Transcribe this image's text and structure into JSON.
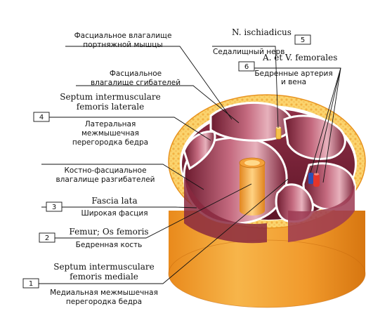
{
  "labels": {
    "sartorius_sheath": [
      "Фасциальное влагалище",
      "портняжной мышцы"
    ],
    "sciatic_latin": "N. ischiadicus",
    "sciatic_num": "5",
    "sciatic_ru": "Седалищный нерв",
    "flexor_sheath": [
      "Фасциальное",
      "влагалище сгибателей"
    ],
    "femoral_latin": "A. et V. femorales",
    "femoral_num": "6",
    "femoral_ru": [
      "Бедренные артерия",
      "и вена"
    ],
    "septum_lat_latin": [
      "Septum intermusculare",
      "femoris laterale"
    ],
    "septum_lat_num": "4",
    "septum_lat_ru": [
      "Латеральная",
      "межмышечная",
      "перегородка бедра"
    ],
    "extensor_sheath": [
      "Костно-фасциальное",
      "влагалище разгибателей"
    ],
    "fascia_latin": "Fascia lata",
    "fascia_num": "3",
    "fascia_ru": "Широкая фасция",
    "femur_latin": "Femur; Os femoris",
    "femur_num": "2",
    "femur_ru": "Бедренная кость",
    "septum_med_latin": [
      "Septum intermusculare",
      "femoris mediale"
    ],
    "septum_med_num": "1",
    "septum_med_ru": [
      "Медиальная межмышечная",
      "перегородка бедра"
    ]
  },
  "colors": {
    "fat_outer": "#f4a733",
    "fat_inner": "#fbd777",
    "muscle_dark": "#7a1f35",
    "muscle_mid": "#b24a63",
    "muscle_light": "#e2a2ae",
    "fascia": "#ffffff",
    "bone": "#f3a13a",
    "bone_light": "#ffd98a",
    "artery": "#e5352b",
    "vein": "#2b4fb5",
    "nerve": "#f6c24a"
  }
}
